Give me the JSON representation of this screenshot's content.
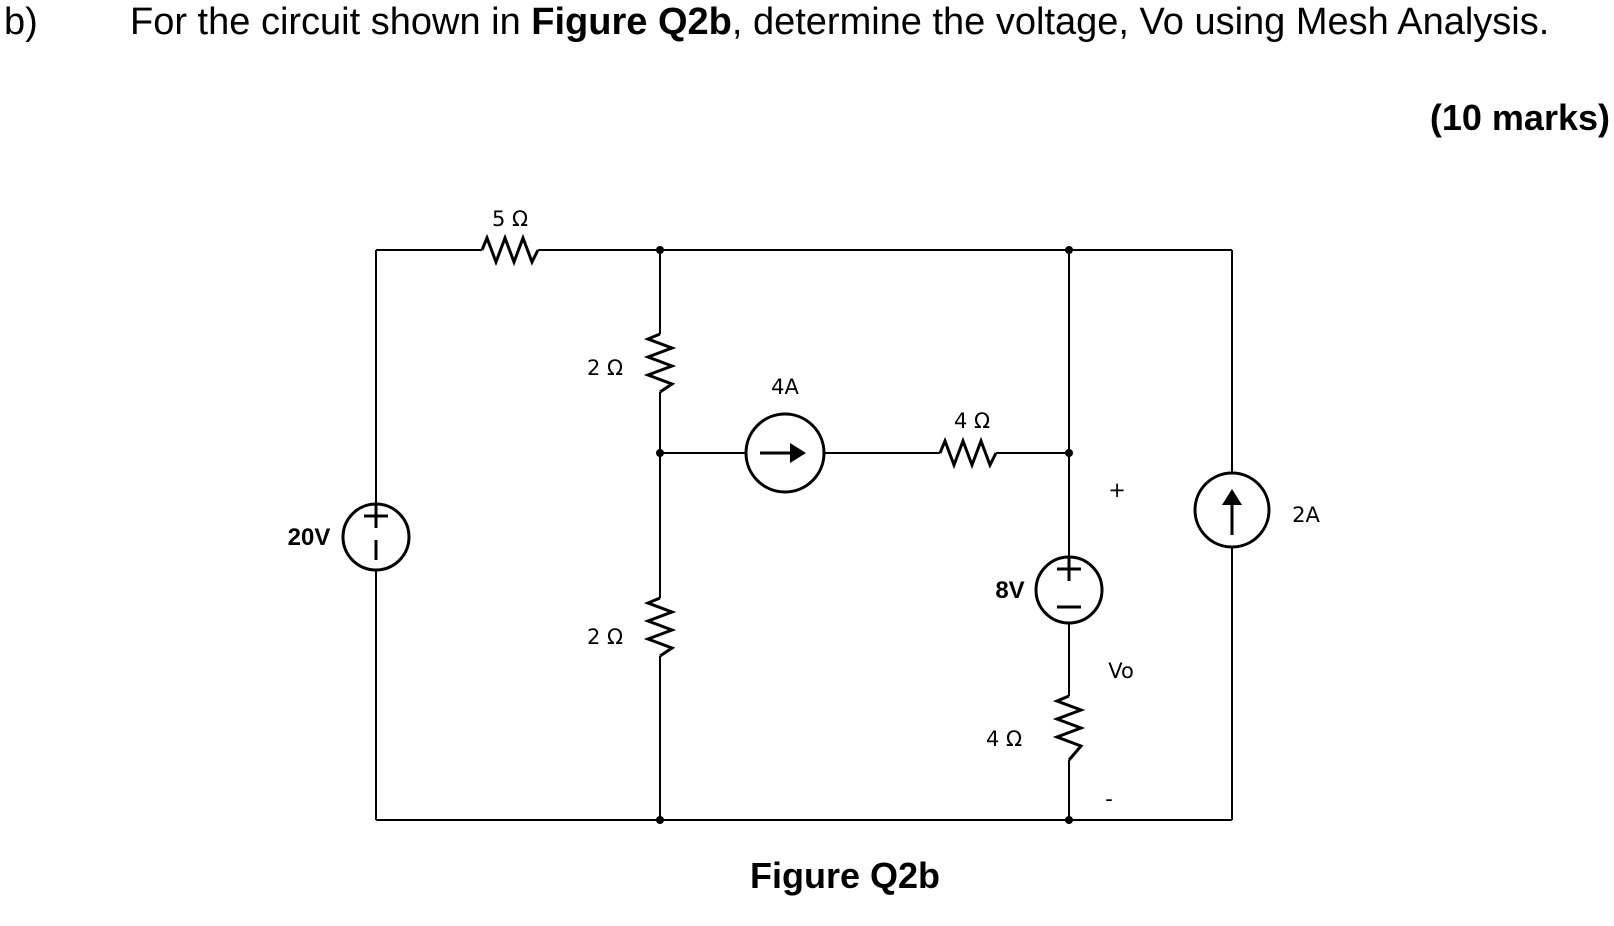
{
  "question": {
    "label": "b)",
    "text_before": "For the circuit shown in ",
    "figure_ref": "Figure Q2b",
    "text_after": ", determine the voltage, Vo using Mesh Analysis.",
    "marks": "(10 marks)"
  },
  "circuit": {
    "resistor_top_left": "5 Ω",
    "resistor_mid_upper": "2 Ω",
    "resistor_mid_lower": "2 Ω",
    "resistor_horizontal": "4 Ω",
    "resistor_right_lower": "4 Ω",
    "voltage_source_left": "20V",
    "voltage_source_right": "8V",
    "current_source_mid": "4A",
    "current_source_right": "2A",
    "vo_label": "Vo",
    "vo_plus": "+",
    "vo_minus": "-",
    "source_plus": "+"
  },
  "caption": "Figure Q2b"
}
